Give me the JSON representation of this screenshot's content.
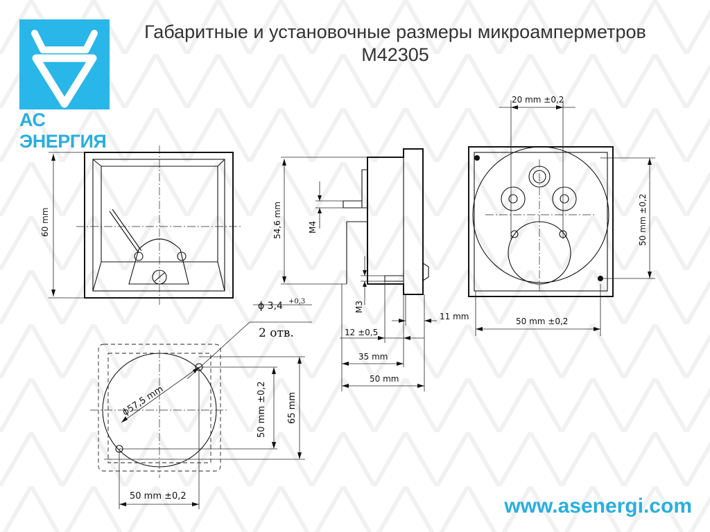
{
  "header": {
    "title_line1": "Габаритные и установочные размеры микроамперметров",
    "title_line2": "М42305"
  },
  "logo": {
    "text": "АС ЭНЕРГИЯ",
    "color": "#29b6e8"
  },
  "front_view": {
    "height_label": "60 mm"
  },
  "side_view": {
    "height_label": "54,6 mm",
    "m4_label": "M4",
    "m3_label": "M3",
    "dim_12": "12 ±0,5",
    "dim_35": "35 mm",
    "dim_50": "50 mm",
    "dim_11": "11 mm"
  },
  "back_view": {
    "top_label": "20 mm ±0,2",
    "vertical_label": "50 mm ±0,2",
    "bottom_label": "50 mm ±0,2"
  },
  "cutout": {
    "hole_diameter": "ϕ 3,4",
    "hole_tolerance": "+0,3",
    "hole_count": "2 отв.",
    "diameter_label": "ϕ57,5 mm",
    "vertical_50": "50 mm ±0,2",
    "vertical_65": "65 mm",
    "bottom_label": "50 mm ±0,2"
  },
  "footer": {
    "url": "www.asenergi.com"
  }
}
